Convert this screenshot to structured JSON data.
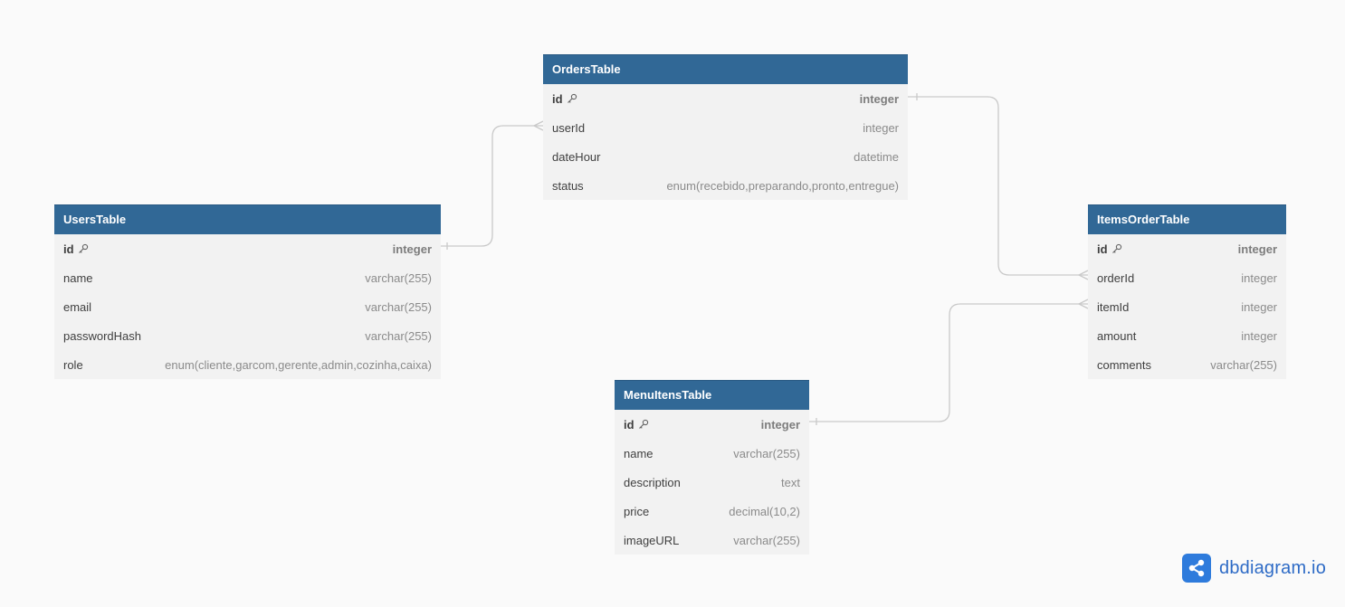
{
  "tables": {
    "orders": {
      "name": "OrdersTable",
      "columns": [
        {
          "name": "id",
          "type": "integer",
          "pk": true
        },
        {
          "name": "userId",
          "type": "integer"
        },
        {
          "name": "dateHour",
          "type": "datetime"
        },
        {
          "name": "status",
          "type": "enum(recebido,preparando,pronto,entregue)"
        }
      ]
    },
    "users": {
      "name": "UsersTable",
      "columns": [
        {
          "name": "id",
          "type": "integer",
          "pk": true
        },
        {
          "name": "name",
          "type": "varchar(255)"
        },
        {
          "name": "email",
          "type": "varchar(255)"
        },
        {
          "name": "passwordHash",
          "type": "varchar(255)"
        },
        {
          "name": "role",
          "type": "enum(cliente,garcom,gerente,admin,cozinha,caixa)"
        }
      ]
    },
    "items_order": {
      "name": "ItemsOrderTable",
      "columns": [
        {
          "name": "id",
          "type": "integer",
          "pk": true
        },
        {
          "name": "orderId",
          "type": "integer"
        },
        {
          "name": "itemId",
          "type": "integer"
        },
        {
          "name": "amount",
          "type": "integer"
        },
        {
          "name": "comments",
          "type": "varchar(255)"
        }
      ]
    },
    "menu_items": {
      "name": "MenuItensTable",
      "columns": [
        {
          "name": "id",
          "type": "integer",
          "pk": true
        },
        {
          "name": "name",
          "type": "varchar(255)"
        },
        {
          "name": "description",
          "type": "text"
        },
        {
          "name": "price",
          "type": "decimal(10,2)"
        },
        {
          "name": "imageURL",
          "type": "varchar(255)"
        }
      ]
    }
  },
  "relationships": [
    {
      "from": "UsersTable.id",
      "to": "OrdersTable.userId"
    },
    {
      "from": "OrdersTable.id",
      "to": "ItemsOrderTable.orderId"
    },
    {
      "from": "MenuItensTable.id",
      "to": "ItemsOrderTable.itemId"
    }
  ],
  "brand": {
    "text": "dbdiagram.io",
    "icon": "share-nodes-icon"
  },
  "colors": {
    "header": "#316896",
    "brand": "#2e7bdc"
  }
}
